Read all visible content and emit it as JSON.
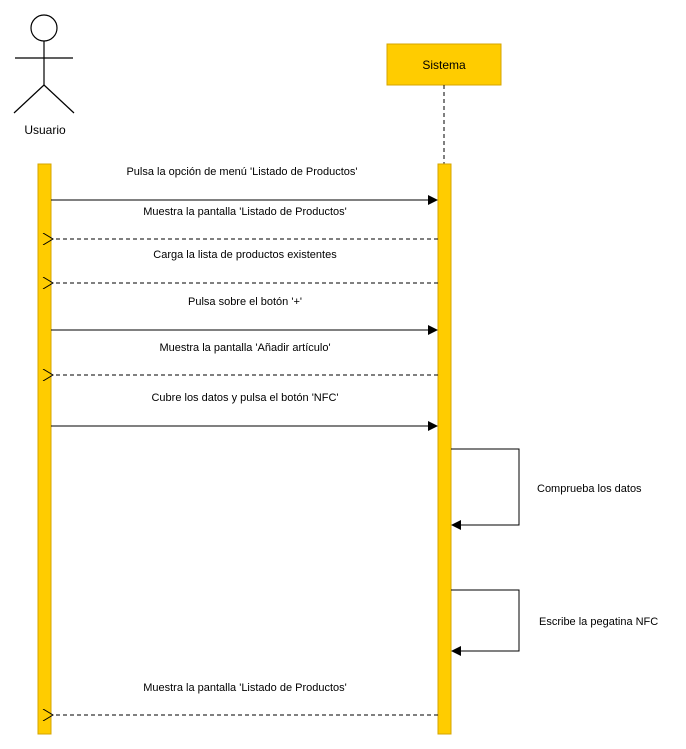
{
  "actor": {
    "label": "Usuario"
  },
  "system": {
    "label": "Sistema"
  },
  "colors": {
    "activation": "#ffcc00",
    "border": "#d6a400",
    "line": "#000000"
  },
  "messages": [
    {
      "label": "Pulsa la opción de menú 'Listado de Productos'",
      "from": "usuario",
      "to": "sistema",
      "kind": "sync"
    },
    {
      "label": "Muestra la pantalla 'Listado de Productos'",
      "from": "sistema",
      "to": "usuario",
      "kind": "return"
    },
    {
      "label": "Carga la lista de productos existentes",
      "from": "sistema",
      "to": "usuario",
      "kind": "return"
    },
    {
      "label": "Pulsa sobre el botón '+'",
      "from": "usuario",
      "to": "sistema",
      "kind": "sync"
    },
    {
      "label": "Muestra la pantalla 'Añadir artículo'",
      "from": "sistema",
      "to": "usuario",
      "kind": "return"
    },
    {
      "label": "Cubre los datos y pulsa el botón 'NFC'",
      "from": "usuario",
      "to": "sistema",
      "kind": "sync"
    },
    {
      "label": "Comprueba los datos",
      "from": "sistema",
      "to": "sistema",
      "kind": "self"
    },
    {
      "label": "Escribe la pegatina NFC",
      "from": "sistema",
      "to": "sistema",
      "kind": "self"
    },
    {
      "label": "Muestra la pantalla 'Listado de Productos'",
      "from": "sistema",
      "to": "usuario",
      "kind": "return"
    }
  ]
}
